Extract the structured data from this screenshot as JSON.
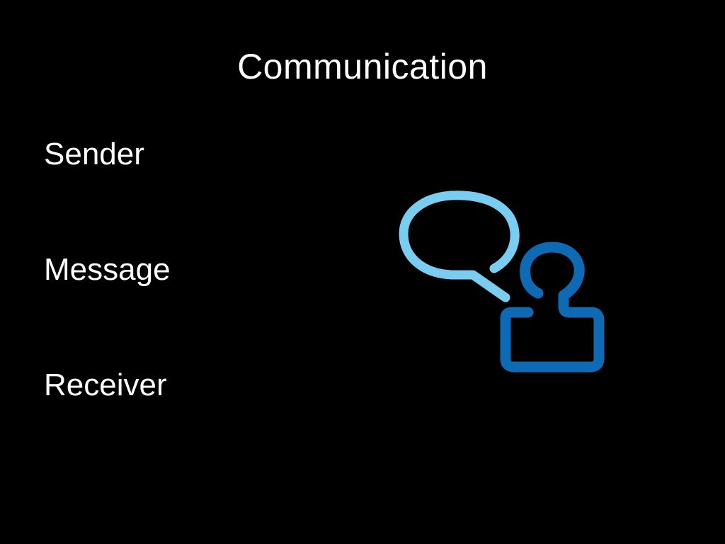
{
  "slide": {
    "title": "Communication",
    "items": [
      {
        "label": "Sender"
      },
      {
        "label": "Message"
      },
      {
        "label": "Receiver"
      }
    ]
  },
  "illustration": {
    "icon": "person-speech-bubble-icon",
    "colors": {
      "bubble": "#79CDF1",
      "person": "#0E6BB3"
    }
  },
  "colors": {
    "background": "#000000",
    "text": "#FFFFFF"
  }
}
